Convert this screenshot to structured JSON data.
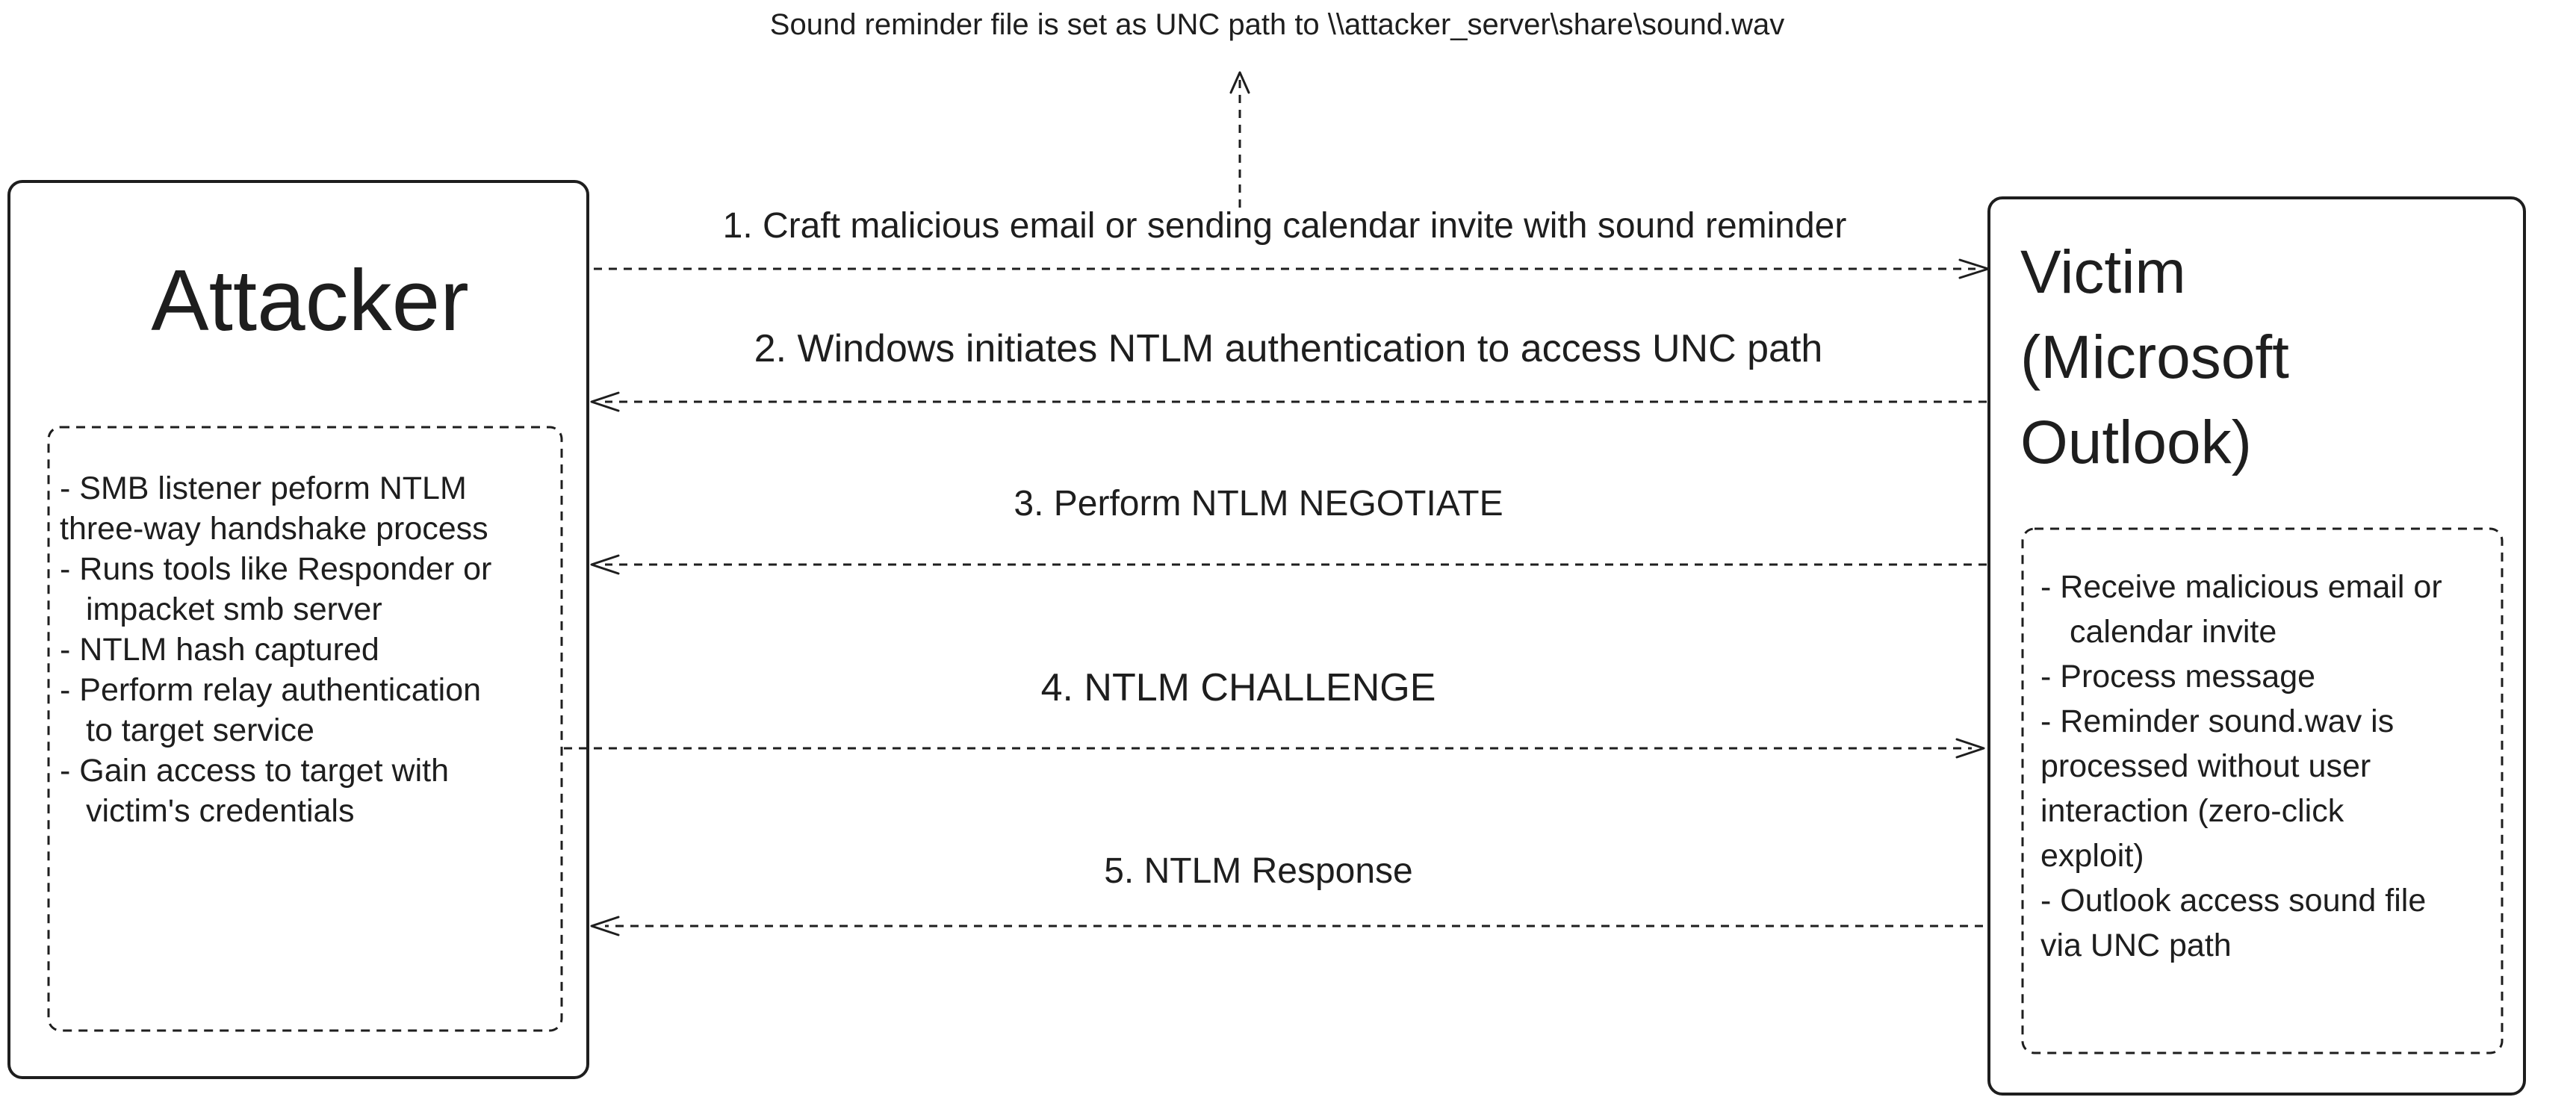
{
  "note": "Sound reminder file is set as UNC path to \\\\attacker_server\\share\\sound.wav",
  "attacker": {
    "title": "Attacker",
    "items": [
      "- SMB listener peform NTLM",
      "three-way handshake process",
      "- Runs tools like Responder or",
      "impacket smb server",
      "- NTLM hash captured",
      "- Perform relay authentication",
      "to target service",
      "- Gain access to target with",
      "victim's credentials"
    ]
  },
  "victim": {
    "title_lines": [
      "Victim",
      "(Microsoft",
      "Outlook)"
    ],
    "items": [
      "- Receive malicious email or",
      "calendar invite",
      "- Process message",
      "- Reminder sound.wav is",
      "processed without user",
      "interaction (zero-click",
      "exploit)",
      "- Outlook access sound file",
      "via UNC path"
    ]
  },
  "steps": [
    {
      "label": "1. Craft malicious email or sending calendar invite with sound reminder",
      "direction": "to-victim"
    },
    {
      "label": "2. Windows initiates NTLM authentication to access UNC path",
      "direction": "to-attacker"
    },
    {
      "label": "3. Perform NTLM NEGOTIATE",
      "direction": "to-attacker"
    },
    {
      "label": "4. NTLM CHALLENGE",
      "direction": "to-victim"
    },
    {
      "label": "5. NTLM Response",
      "direction": "to-attacker"
    }
  ]
}
